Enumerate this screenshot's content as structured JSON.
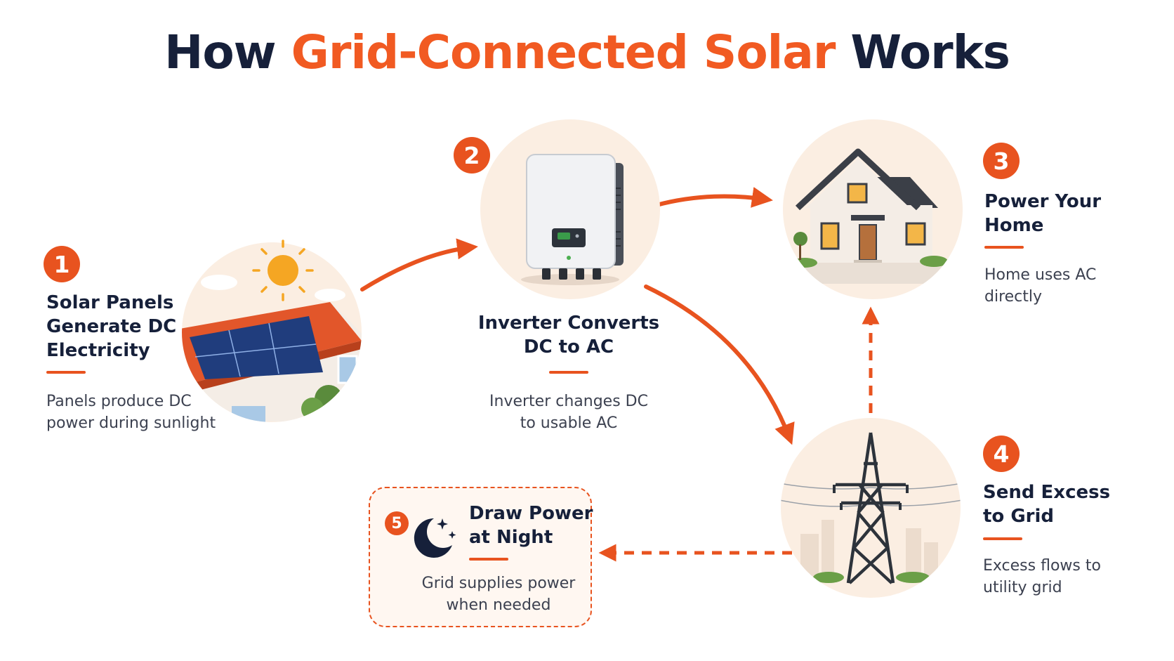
{
  "title": {
    "prefix": "How",
    "accent": "Grid-Connected Solar",
    "suffix": "Works"
  },
  "colors": {
    "accent": "#e8531f",
    "heading": "#16203a",
    "circle_bg": "#fbeee2",
    "body_text": "#3c4150"
  },
  "steps": [
    {
      "number": "1",
      "title_lines": [
        "Solar Panels",
        "Generate DC",
        "Electricity"
      ],
      "description_lines": [
        "Panels produce DC",
        "power during sunlight"
      ],
      "icon": "solar-roof-icon"
    },
    {
      "number": "2",
      "title_lines": [
        "Inverter Converts",
        "DC to AC"
      ],
      "description_lines": [
        "Inverter changes DC",
        "to usable AC"
      ],
      "icon": "inverter-icon"
    },
    {
      "number": "3",
      "title_lines": [
        "Power Your",
        "Home"
      ],
      "description_lines": [
        "Home uses AC",
        "directly"
      ],
      "icon": "house-icon"
    },
    {
      "number": "4",
      "title_lines": [
        "Send Excess",
        "to Grid"
      ],
      "description_lines": [
        "Excess flows to",
        "utility grid"
      ],
      "icon": "transmission-tower-icon"
    },
    {
      "number": "5",
      "title_lines": [
        "Draw Power",
        "at Night"
      ],
      "description_lines": [
        "Grid supplies power",
        "when needed"
      ],
      "icon": "moon-stars-icon"
    }
  ],
  "connections": [
    {
      "from": "1",
      "to": "2",
      "style": "solid"
    },
    {
      "from": "2",
      "to": "3",
      "style": "solid"
    },
    {
      "from": "2",
      "to": "4",
      "style": "solid"
    },
    {
      "from": "4",
      "to": "3",
      "style": "dashed"
    },
    {
      "from": "4",
      "to": "5",
      "style": "dashed"
    }
  ]
}
